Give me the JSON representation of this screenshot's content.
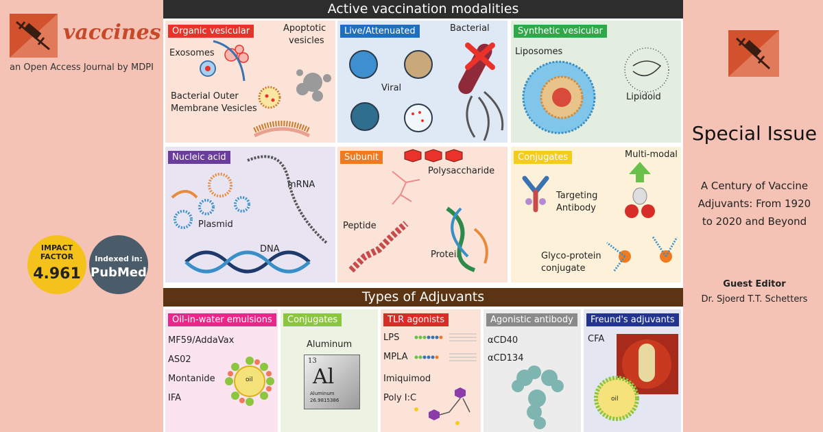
{
  "journal": {
    "name": "vaccines",
    "subtitle": "an Open Access Journal by MDPI",
    "logo_color": "#d2522d"
  },
  "impact": {
    "label": "IMPACT FACTOR",
    "value": "4.961",
    "color": "#f5c21b"
  },
  "indexed": {
    "label": "Indexed in:",
    "value": "PubMed",
    "color": "#4a5b6a"
  },
  "special_issue": {
    "heading": "Special Issue",
    "title_line1": "A Century of Vaccine",
    "title_line2": "Adjuvants: From 1920",
    "title_line3": "to 2020 and Beyond",
    "guest_editor_label": "Guest Editor",
    "guest_editor_name": "Dr. Sjoerd T.T. Schetters"
  },
  "modalities": {
    "title": "Active vaccination modalities",
    "organic": {
      "tag": "Organic vesicular",
      "exosomes": "Exosomes",
      "apoptotic_1": "Apoptotic",
      "apoptotic_2": "vesicles",
      "bomv_1": "Bacterial Outer",
      "bomv_2": "Membrane Vesicles",
      "color": "#e8322a"
    },
    "live": {
      "tag": "Live/Attenuated",
      "bacterial": "Bacterial",
      "viral": "Viral",
      "color": "#1f6fc0"
    },
    "synthetic": {
      "tag": "Synthetic vesicular",
      "liposomes": "Liposomes",
      "lipidoid": "Lipidoid",
      "color": "#2fa84a"
    },
    "nucleic": {
      "tag": "Nucleic acid",
      "mrna": "mRNA",
      "plasmid": "Plasmid",
      "dna": "DNA",
      "color": "#6a3c9c"
    },
    "subunit": {
      "tag": "Subunit",
      "polysaccharide": "Polysaccharide",
      "peptide": "Peptide",
      "protein": "Protein",
      "color": "#f07a1f"
    },
    "conjugates": {
      "tag": "Conjugates",
      "multimodal": "Multi-modal",
      "targeting_1": "Targeting",
      "targeting_2": "Antibody",
      "glyco_1": "Glyco-protein",
      "glyco_2": "conjugate",
      "color": "#f5cc1b"
    }
  },
  "adjuvants": {
    "title": "Types of Adjuvants",
    "oil": {
      "tag": "Oil-in-water emulsions",
      "items": [
        "MF59/AddaVax",
        "AS02",
        "Montanide",
        "IFA"
      ],
      "oil_label": "oil",
      "color": "#e8278a"
    },
    "conj": {
      "tag": "Conjugates",
      "aluminum": "Aluminum",
      "num": "13",
      "sym": "Al",
      "name": "Aluminum",
      "mass": "26.9815386",
      "color": "#8cc63f"
    },
    "tlr": {
      "tag": "TLR agonists",
      "items": [
        "LPS",
        "MPLA",
        "Imiquimod",
        "Poly I:C"
      ],
      "color": "#d62d27"
    },
    "agonistic": {
      "tag": "Agonistic antibody",
      "items": [
        "αCD40",
        "αCD134"
      ],
      "color": "#8a8a8a"
    },
    "freund": {
      "tag": "Freund's adjuvants",
      "items": [
        "CFA"
      ],
      "oil_label": "oil",
      "color": "#23348f"
    }
  }
}
